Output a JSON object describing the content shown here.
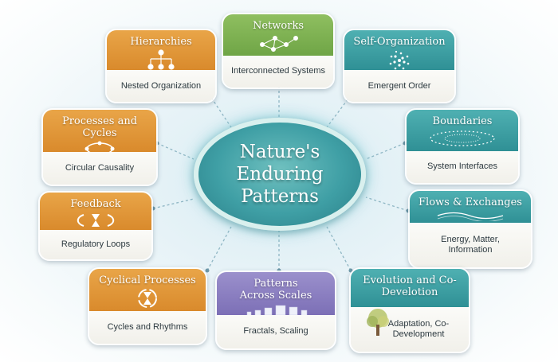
{
  "center": {
    "title": "Nature's Enduring Patterns"
  },
  "cards": [
    {
      "key": "networks",
      "title": "Networks",
      "subtitle": "Interconnected Systems",
      "icon": "network-graph-icon"
    },
    {
      "key": "hierarchies",
      "title": "Hierarchies",
      "subtitle": "Nested Organization",
      "icon": "hierarchy-tree-icon"
    },
    {
      "key": "self_organization",
      "title": "Self-Organization",
      "subtitle": "Emergent Order",
      "icon": "spiral-dots-icon"
    },
    {
      "key": "processes_cycles",
      "title": "Processes and Cycles",
      "subtitle": "Circular Causality",
      "icon": "cycle-arrows-icon"
    },
    {
      "key": "boundaries",
      "title": "Boundaries",
      "subtitle": "System Interfaces",
      "icon": "boundary-ring-icon"
    },
    {
      "key": "feedback",
      "title": "Feedback",
      "subtitle": "Regulatory Loops",
      "icon": "hourglass-loop-icon"
    },
    {
      "key": "flows_exchanges",
      "title": "Flows & Exchanges",
      "subtitle": "Energy, Matter, Information",
      "icon": "flow-waves-icon"
    },
    {
      "key": "cyclical_processes",
      "title": "Cyclical Processes",
      "subtitle": "Cycles and Rhythms",
      "icon": "hourglass-cycle-icon"
    },
    {
      "key": "patterns_scales",
      "title": "Patterns Across Scales",
      "subtitle": "Fractals, Scaling",
      "icon": "cubes-scale-icon"
    },
    {
      "key": "evolution",
      "title": "Evolution and Co-Develotion",
      "subtitle": "Adaptation, Co-Development",
      "icon": "tree-icon"
    }
  ],
  "colors": {
    "orange": "#e09a3c",
    "green": "#7fb255",
    "teal": "#3fa0a4",
    "purple": "#8a7fc1",
    "center": "#3f9fa5"
  }
}
